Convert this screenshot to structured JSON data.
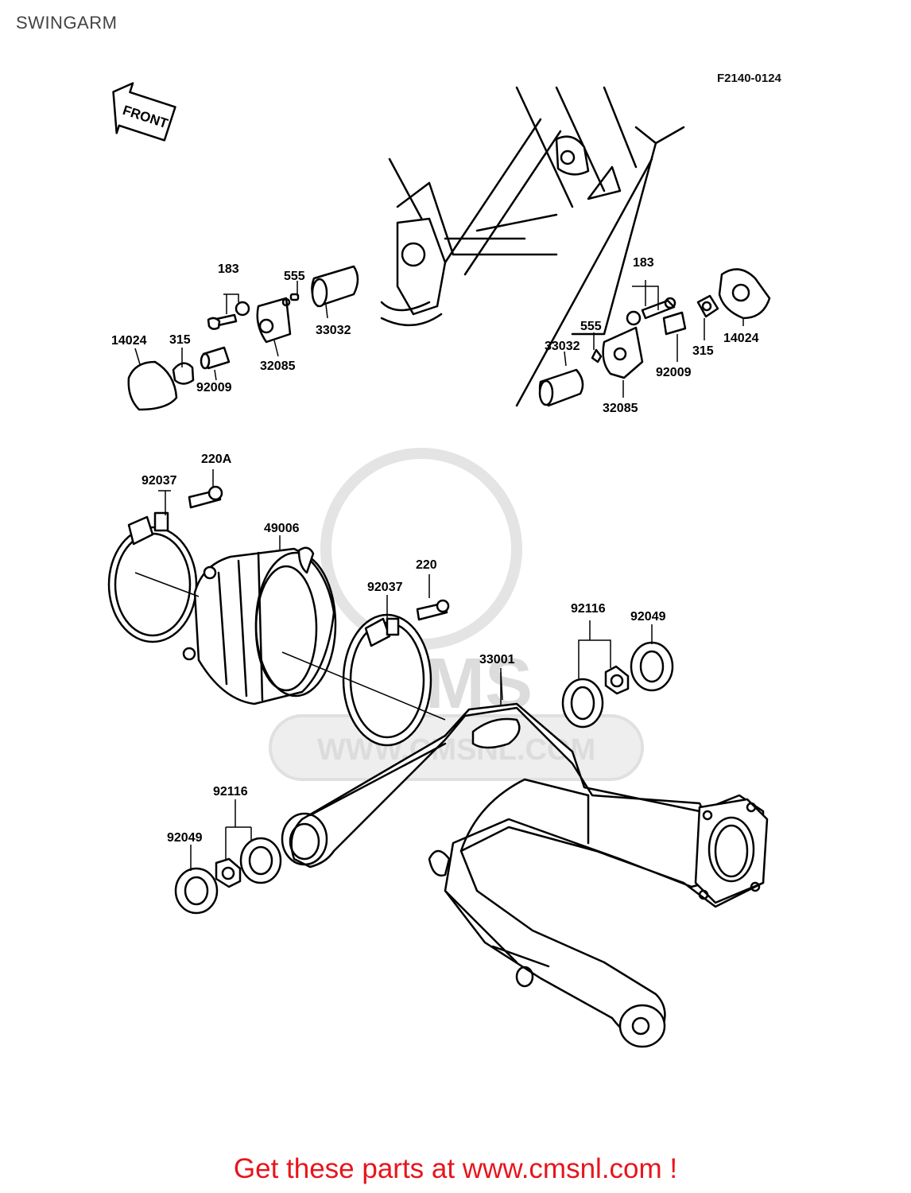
{
  "title": "SWINGARM",
  "ref_code": "F2140-0124",
  "front_label": "FRONT",
  "cta_text": "Get these parts at www.cmsnl.com !",
  "watermark": {
    "brand": "CMS",
    "url": "WWW.CMSNL.COM",
    "color": "#dcdcdc"
  },
  "colors": {
    "cta": "#e8141c",
    "title": "#444444"
  },
  "labels": {
    "l183a": "183",
    "l555a": "555",
    "l14024a": "14024",
    "l315a": "315",
    "l33032a": "33032",
    "l32085a": "32085",
    "l92009a": "92009",
    "l183b": "183",
    "l555b": "555",
    "l33032b": "33032",
    "l14024b": "14024",
    "l315b": "315",
    "l92009b": "92009",
    "l32085b": "32085",
    "l220A": "220A",
    "l92037a": "92037",
    "l49006": "49006",
    "l220": "220",
    "l92037b": "92037",
    "l92116a": "92116",
    "l92049a": "92049",
    "l33001": "33001",
    "l92116b": "92116",
    "l92049b": "92049"
  }
}
